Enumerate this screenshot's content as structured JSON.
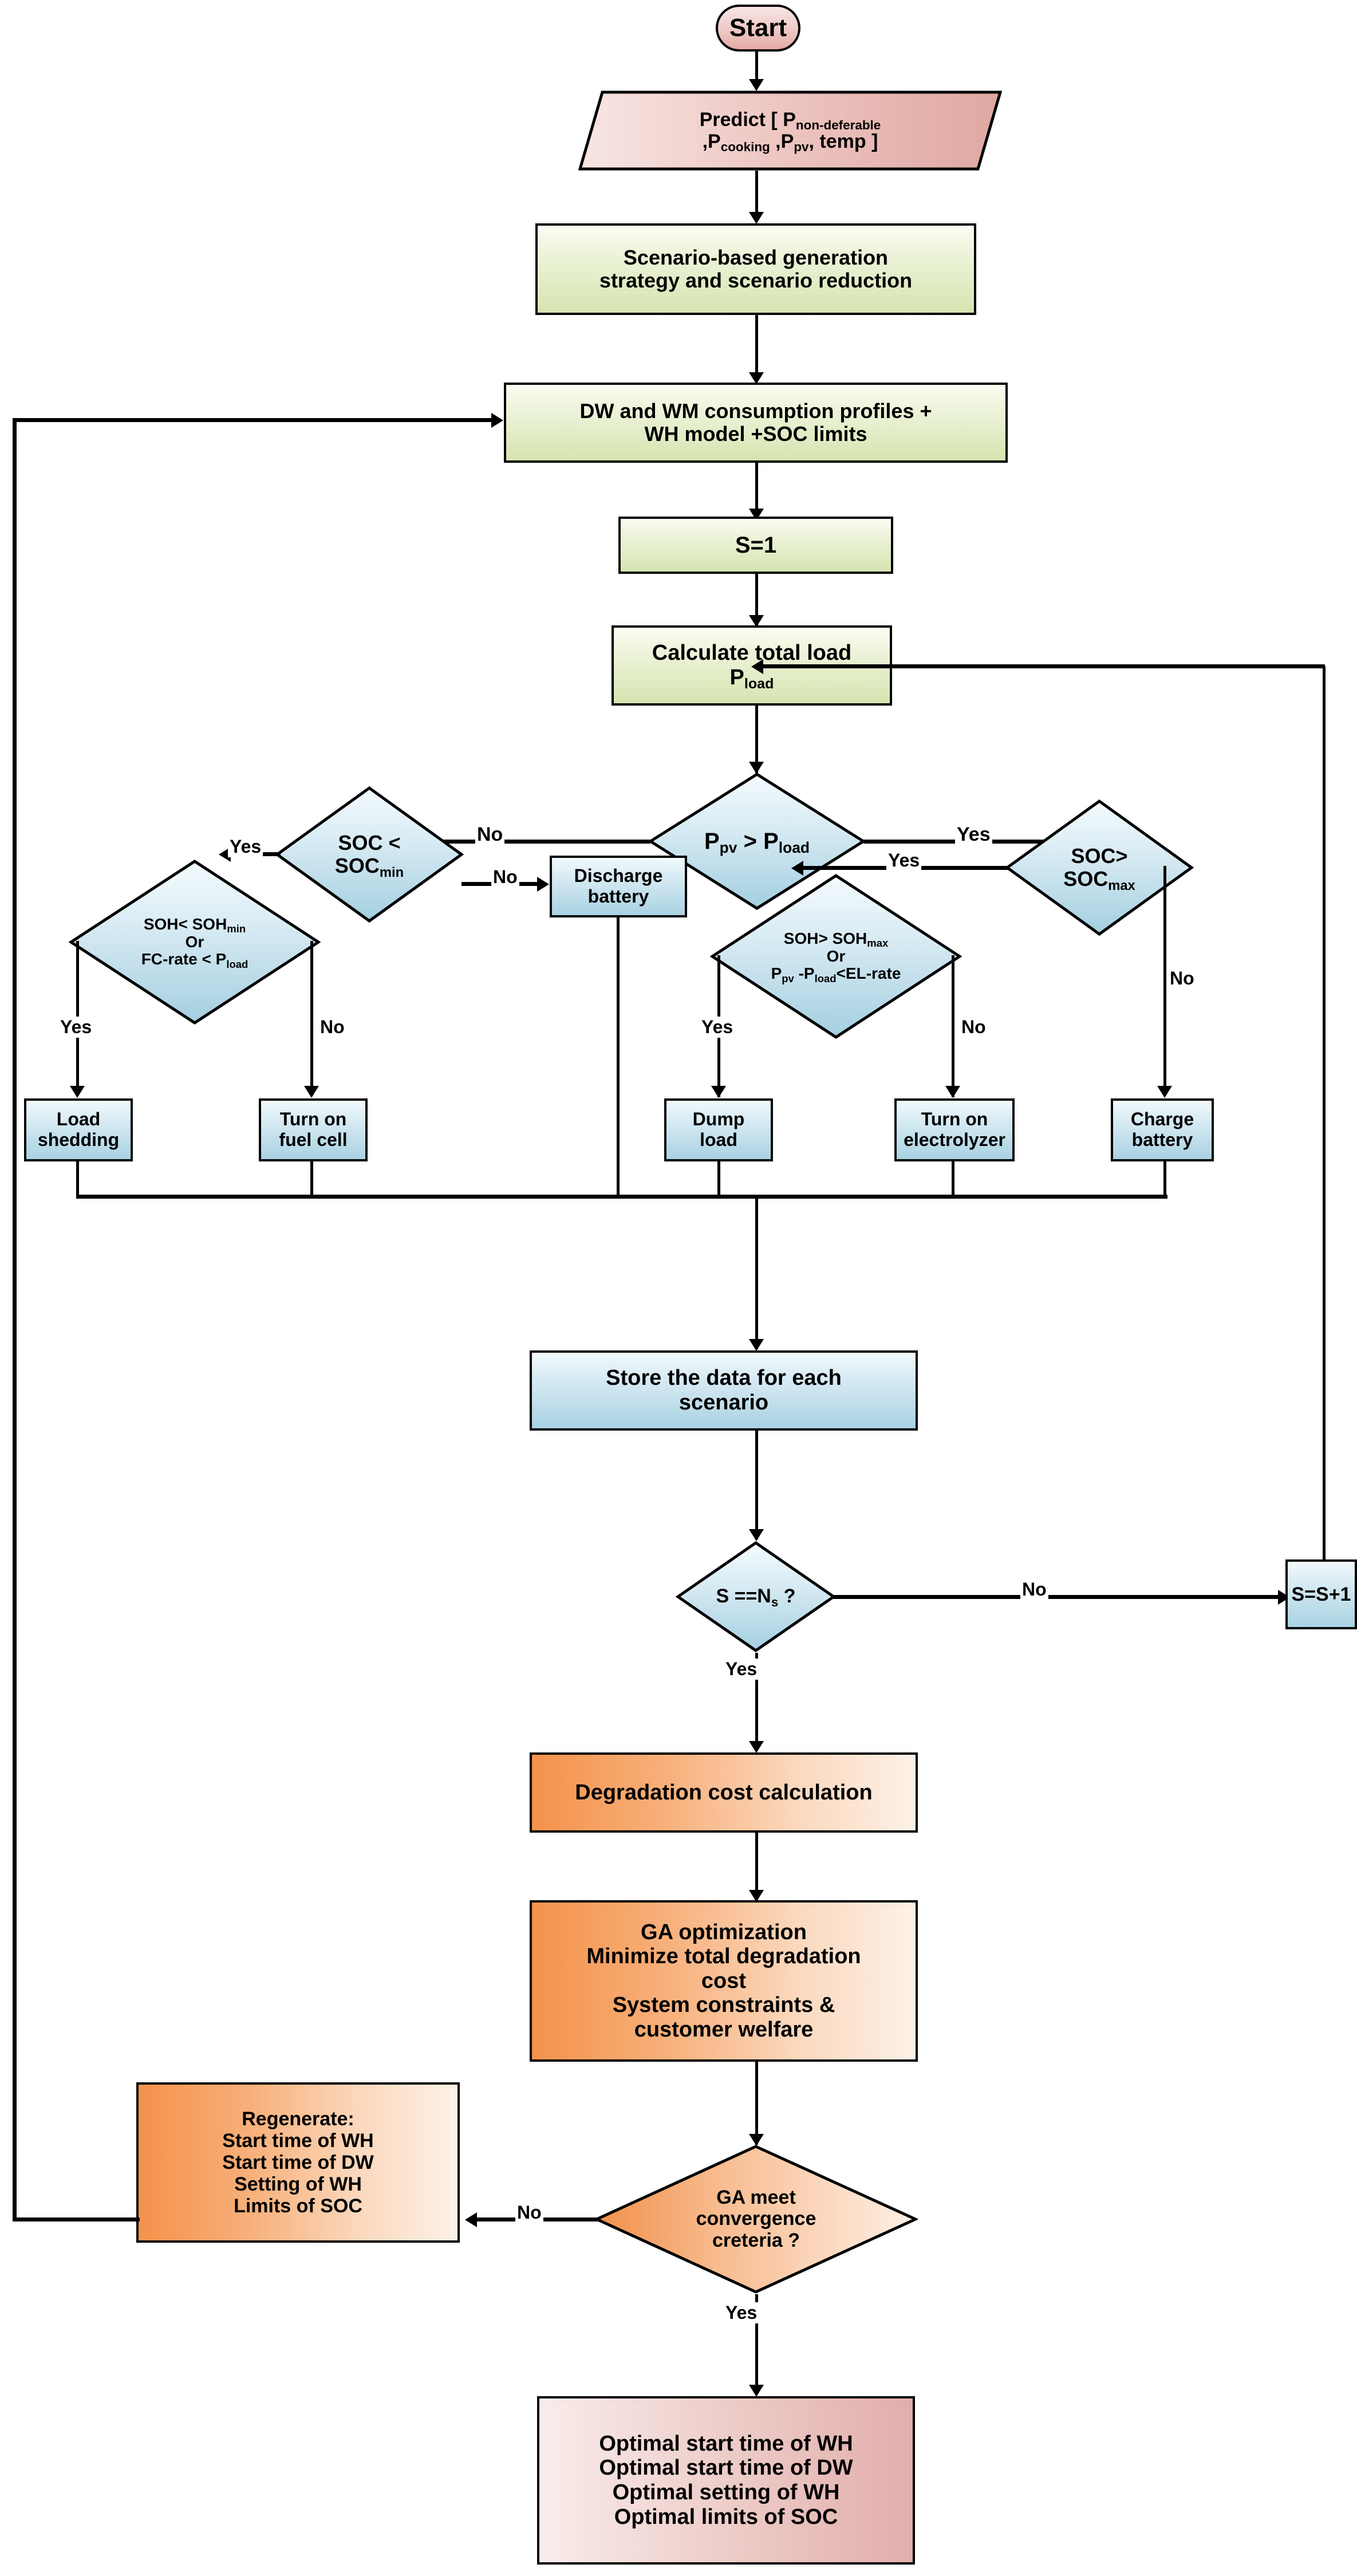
{
  "diagram": {
    "title": "Home energy management optimization flowchart",
    "colors": {
      "green_fill": "#d6e4b0",
      "blue_fill": "#a9d2e2",
      "orange_fill": "#f4924b",
      "pink_fill": "#e3aaa5",
      "stroke": "#000000"
    }
  },
  "nodes": {
    "start": {
      "label": "Start",
      "shape": "terminator",
      "color": "pink"
    },
    "predict": {
      "line1": "Predict [ P",
      "sub1": "non-deferable",
      "line2a": ",P",
      "sub2a": "cooking",
      "line2b": " ,P",
      "sub2b": "pv",
      "line2c": ", temp ]",
      "shape": "parallelogram",
      "color": "pink"
    },
    "scenario": {
      "line1": "Scenario-based generation",
      "line2": "strategy and scenario reduction",
      "shape": "process",
      "color": "green"
    },
    "profiles": {
      "line1": "DW and WM consumption profiles +",
      "line2": "WH model +SOC limits",
      "shape": "process",
      "color": "green"
    },
    "s_init": {
      "label": "S=1",
      "shape": "process",
      "color": "green"
    },
    "calc_load": {
      "line1": "Calculate total load",
      "line2": "P",
      "sub2": "load",
      "shape": "process",
      "color": "green"
    },
    "dec_ppv": {
      "t1": "P",
      "s1": "pv",
      "t2": " >  P",
      "s2": "load",
      "shape": "decision",
      "color": "blue"
    },
    "dec_soc_min": {
      "line1": "SOC <",
      "line2": "SOC",
      "sub2": "min",
      "shape": "decision",
      "color": "blue"
    },
    "dec_soc_max": {
      "line1": "SOC>",
      "line2": "SOC",
      "sub2": "max",
      "shape": "decision",
      "color": "blue"
    },
    "dec_soh_min": {
      "line1a": "SOH<  SOH",
      "sub1": "min",
      "line2": "Or",
      "line3a": "FC-rate < P",
      "sub3": "load",
      "shape": "decision",
      "color": "blue"
    },
    "dec_soh_max": {
      "line1a": "SOH>  SOH",
      "sub1": "max",
      "line2": "Or",
      "line3a": "P",
      "sub3a": "pv",
      "line3b": " -P",
      "sub3b": "load",
      "line3c": "<EL-rate",
      "shape": "decision",
      "color": "blue"
    },
    "discharge": {
      "line1": "Discharge",
      "line2": "battery",
      "shape": "process",
      "color": "blue"
    },
    "load_shedding": {
      "line1": "Load",
      "line2": "shedding",
      "shape": "process",
      "color": "blue"
    },
    "fuel_cell": {
      "line1": "Turn on",
      "line2": "fuel cell",
      "shape": "process",
      "color": "blue"
    },
    "dump_load": {
      "line1": "Dump",
      "line2": "load",
      "shape": "process",
      "color": "blue"
    },
    "electrolyzer": {
      "line1": "Turn on",
      "line2": "electrolyzer",
      "shape": "process",
      "color": "blue"
    },
    "charge_battery": {
      "line1": "Charge",
      "line2": "battery",
      "shape": "process",
      "color": "blue"
    },
    "store": {
      "line1": "Store the data for each",
      "line2": "scenario",
      "shape": "process",
      "color": "blue"
    },
    "dec_s_ns": {
      "t1": "S ==N",
      "s1": "s",
      "t2": " ?",
      "shape": "decision",
      "color": "blue"
    },
    "s_increment": {
      "label": "S=S+1",
      "shape": "process",
      "color": "blue"
    },
    "degradation": {
      "label": "Degradation cost calculation",
      "shape": "process",
      "color": "orange"
    },
    "ga_opt": {
      "line1": "GA optimization",
      "line2": "Minimize total degradation",
      "line3": "cost",
      "line4": "System constraints &",
      "line5": "customer welfare",
      "shape": "process",
      "color": "orange"
    },
    "regenerate": {
      "line1": "Regenerate:",
      "line2": "Start time of WH",
      "line3": "Start time of DW",
      "line4": "Setting of WH",
      "line5": "Limits of SOC",
      "shape": "process",
      "color": "orange"
    },
    "dec_ga": {
      "line1": "GA meet",
      "line2": "convergence",
      "line3": "creteria ?",
      "shape": "decision",
      "color": "orange"
    },
    "optimal": {
      "line1": "Optimal start time of WH",
      "line2": "Optimal start time of DW",
      "line3": "Optimal setting of WH",
      "line4": "Optimal limits of SOC",
      "shape": "process",
      "color": "pink"
    }
  },
  "edge_labels": {
    "ppv_no": "No",
    "ppv_yes": "Yes",
    "soc_min_yes": "Yes",
    "soc_min_no": "No",
    "soc_max_yes": "Yes",
    "soc_max_no": "No",
    "soh_min_yes": "Yes",
    "soh_min_no": "No",
    "soh_max_yes": "Yes",
    "soh_max_no": "No",
    "s_ns_no": "No",
    "s_ns_yes": "Yes",
    "ga_no": "No",
    "ga_yes": "Yes"
  }
}
